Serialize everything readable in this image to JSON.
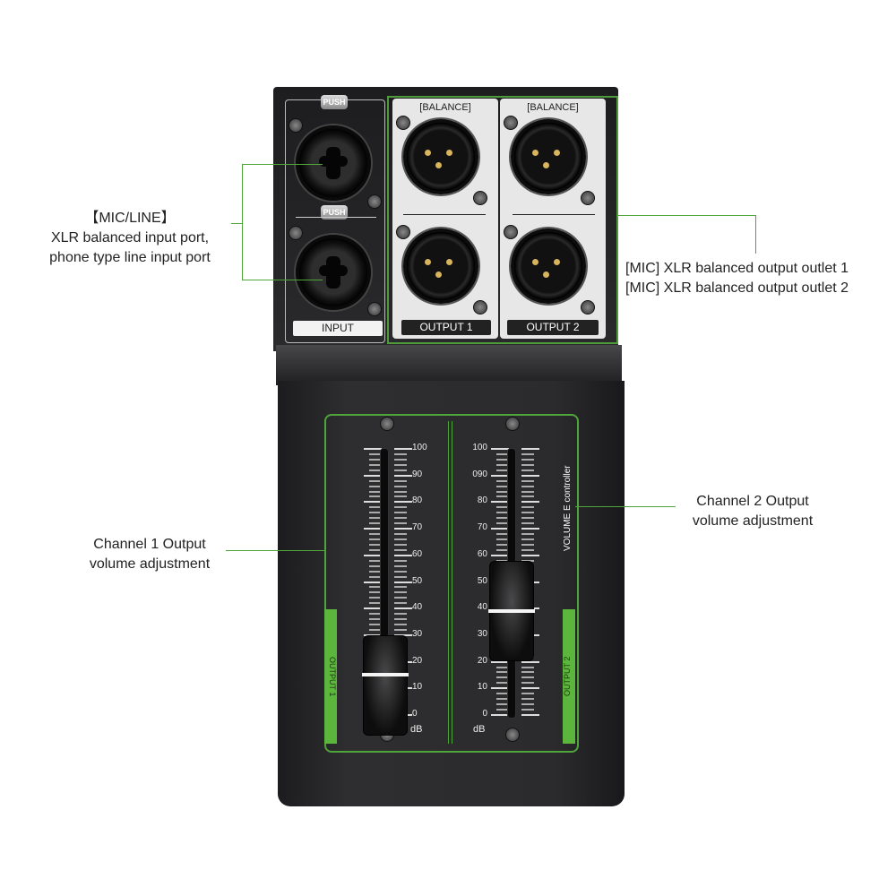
{
  "annotations": {
    "input": {
      "title": "【MIC/LINE】",
      "line1": "XLR balanced input port,",
      "line2": "phone type line input port"
    },
    "outputs": {
      "line1": "[MIC] XLR balanced output outlet 1",
      "line2": "[MIC] XLR balanced output outlet 2"
    },
    "channel2": {
      "line1": "Channel 2 Output",
      "line2": "volume adjustment"
    },
    "channel1": {
      "line1": "Channel 1 Output",
      "line2": "volume adjustment"
    }
  },
  "device": {
    "input_label": "INPUT",
    "push_label": "PUSH",
    "balance_label": "[BALANCE]",
    "output1_label": "OUTPUT 1",
    "output2_label": "OUTPUT 2",
    "vertical_label": "VOLUME E controller",
    "side_tab1": "OUTPUT 1",
    "side_tab2": "OUTPUT 2",
    "unit": "dB",
    "scale1": [
      "100",
      "90",
      "80",
      "70",
      "60",
      "50",
      "40",
      "30",
      "20",
      "10",
      "0"
    ],
    "scale2": [
      "100",
      "090",
      "80",
      "70",
      "60",
      "50",
      "40",
      "30",
      "20",
      "10",
      "0"
    ],
    "fader1_level": 15,
    "fader2_level": 39
  },
  "colors": {
    "accent_green": "#4fa43a",
    "body": "#2a2a2c"
  }
}
